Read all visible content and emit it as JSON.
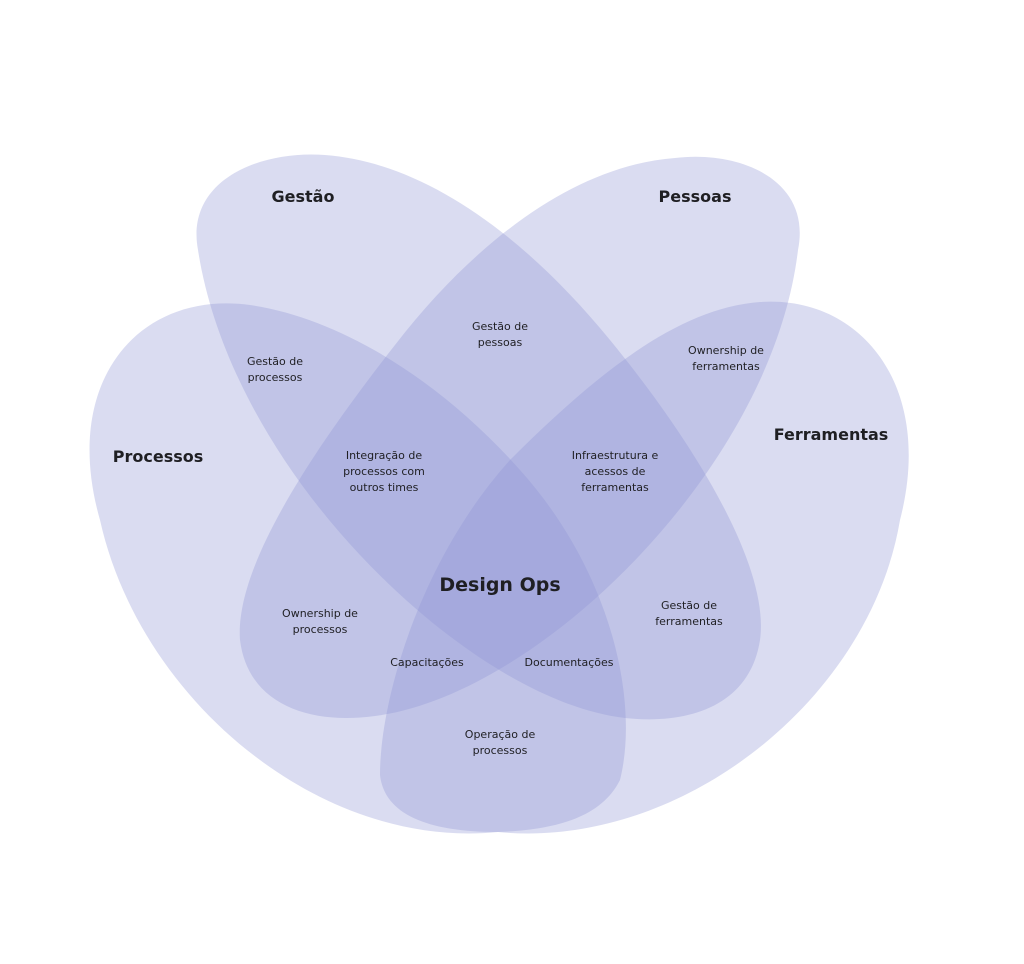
{
  "sets": {
    "gestao": "Gestão",
    "pessoas": "Pessoas",
    "processos": "Processos",
    "ferramentas": "Ferramentas"
  },
  "regions": {
    "gestao_de_processos": [
      "Gestão de",
      "processos"
    ],
    "gestao_de_pessoas": [
      "Gestão de",
      "pessoas"
    ],
    "ownership_de_ferramentas": [
      "Ownership de",
      "ferramentas"
    ],
    "integracao": [
      "Integração de",
      "processos com",
      "outros times"
    ],
    "infraestrutura": [
      "Infraestrutura e",
      "acessos de",
      "ferramentas"
    ],
    "ownership_de_processos": [
      "Ownership de",
      "processos"
    ],
    "gestao_de_ferramentas": [
      "Gestão de",
      "ferramentas"
    ],
    "capacitacoes": [
      "Capacitações"
    ],
    "documentacoes": [
      "Documentações"
    ],
    "operacao_de_processos": [
      "Operação de",
      "processos"
    ]
  },
  "center": "Design Ops",
  "colors": {
    "petal_fill": "#8f95d3",
    "text": "#1f1f23",
    "background": "#ffffff"
  }
}
